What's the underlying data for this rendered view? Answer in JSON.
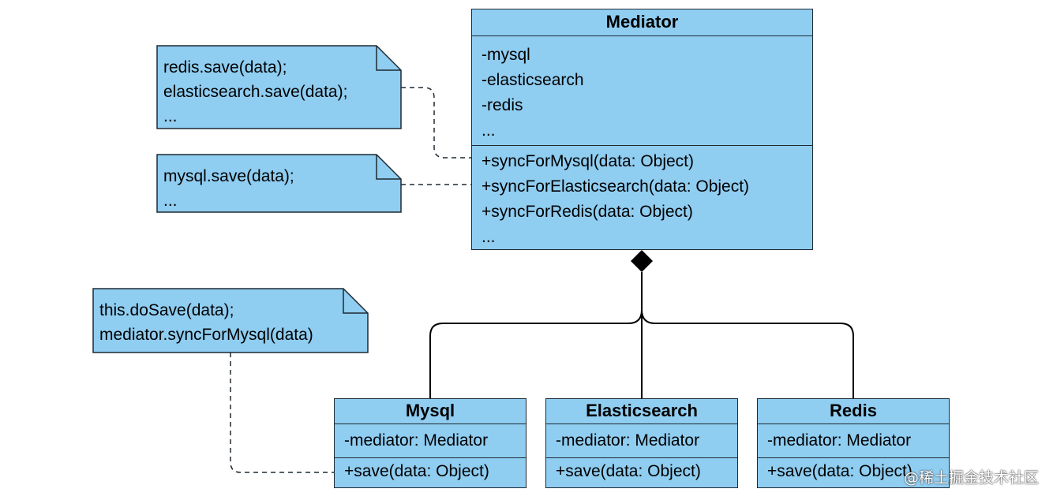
{
  "colors": {
    "fill": "#8fcdf1",
    "stroke": "#1f2a33",
    "background": "#ffffff"
  },
  "mediator": {
    "name": "Mediator",
    "attributes": [
      "-mysql",
      "-elasticsearch",
      "-redis",
      "..."
    ],
    "operations": [
      "+syncForMysql(data: Object)",
      "+syncForElasticsearch(data: Object)",
      "+syncForRedis(data: Object)",
      "..."
    ]
  },
  "colleagues": [
    {
      "name": "Mysql",
      "attribute": "-mediator: Mediator",
      "operation": "+save(data: Object)"
    },
    {
      "name": "Elasticsearch",
      "attribute": "-mediator: Mediator",
      "operation": "+save(data: Object)"
    },
    {
      "name": "Redis",
      "attribute": "-mediator: Mediator",
      "operation": "+save(data: Object)"
    }
  ],
  "notes": [
    {
      "lines": [
        "redis.save(data);",
        "elasticsearch.save(data);",
        "..."
      ]
    },
    {
      "lines": [
        "mysql.save(data);",
        "..."
      ]
    },
    {
      "lines": [
        "this.doSave(data);",
        "mediator.syncForMysql(data)"
      ]
    }
  ],
  "watermark": "@稀土掘金技术社区"
}
